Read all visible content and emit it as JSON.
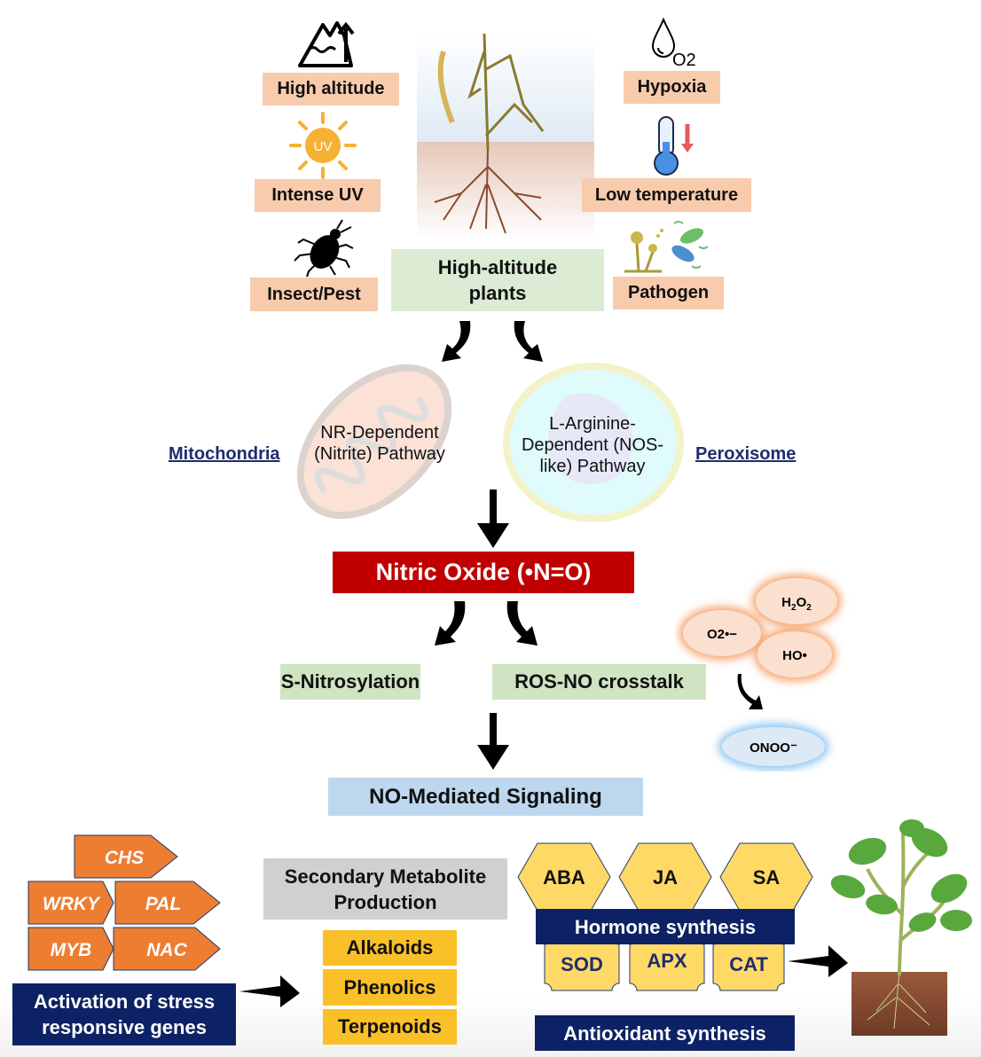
{
  "stressors": {
    "left": [
      {
        "label": "High altitude",
        "icon": "mountain-icon"
      },
      {
        "label": "Intense UV",
        "icon": "uv-sun-icon",
        "icon_text": "UV"
      },
      {
        "label": "Insect/Pest",
        "icon": "insect-icon"
      }
    ],
    "right": [
      {
        "label": "Hypoxia",
        "icon": "oxygen-drop-icon",
        "icon_text": "O2"
      },
      {
        "label": "Low temperature",
        "icon": "thermometer-icon"
      },
      {
        "label": "Pathogen",
        "icon": "pathogen-icon"
      }
    ]
  },
  "center_plant": {
    "icon": "wheat-plant-icon",
    "label_line1": "High-altitude",
    "label_line2": "plants"
  },
  "pathways": {
    "left": {
      "organelle": "Mitochondria",
      "line1": "NR-Dependent",
      "line2": "(Nitrite) Pathway",
      "icon": "mitochondria-icon"
    },
    "right": {
      "organelle": "Peroxisome",
      "line1": "L-Arginine-",
      "line2": "Dependent (NOS-",
      "line3": "like) Pathway",
      "icon": "peroxisome-icon"
    }
  },
  "nitric_oxide": {
    "label": "Nitric Oxide (•N=O)"
  },
  "mechanisms": {
    "s_nitrosylation": "S-Nitrosylation",
    "ros_no": "ROS-NO crosstalk"
  },
  "ros": {
    "h2o2": "H",
    "h2o2_sub1": "2",
    "h2o2_mid": "O",
    "h2o2_sub2": "2",
    "superoxide": "O2•−",
    "hydroxyl": "HO•",
    "peroxynitrite": "ONOO⁻"
  },
  "signaling": {
    "label": "NO-Mediated Signaling"
  },
  "genes": {
    "items": [
      "CHS",
      "WRKY",
      "PAL",
      "MYB",
      "NAC"
    ],
    "caption_line1": "Activation of stress",
    "caption_line2": "responsive genes"
  },
  "metabolites": {
    "title_line1": "Secondary Metabolite",
    "title_line2": "Production",
    "items": [
      "Alkaloids",
      "Phenolics",
      "Terpenoids"
    ]
  },
  "hormones": {
    "items": [
      "ABA",
      "JA",
      "SA"
    ],
    "caption": "Hormone synthesis"
  },
  "antioxidants": {
    "items": [
      "SOD",
      "APX",
      "CAT"
    ],
    "caption": "Antioxidant synthesis"
  },
  "outcome": {
    "icon": "healthy-plant-icon"
  },
  "colors": {
    "peach": "#f8cbad",
    "green": "#dcebd3",
    "red": "#c00000",
    "navy": "#0d2265",
    "gold": "#f9c028",
    "orange_gene": "#ed7d31",
    "hex_yellow": "#ffd966",
    "blue": "#bdd7ee"
  }
}
